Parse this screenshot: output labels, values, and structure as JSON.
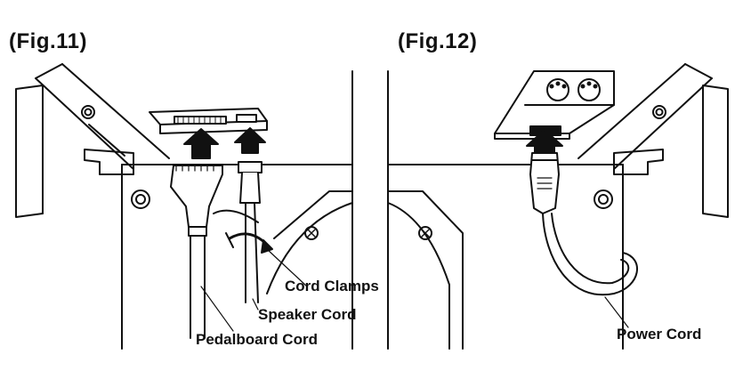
{
  "figures": [
    {
      "id": "fig11",
      "title": "(Fig.11)"
    },
    {
      "id": "fig12",
      "title": "(Fig.12)"
    }
  ],
  "labels": {
    "cord_clamps": "Cord Clamps",
    "speaker_cord": "Speaker Cord",
    "pedalboard_cord": "Pedalboard Cord",
    "power_cord": "Power Cord"
  },
  "colors": {
    "ink": "#111111",
    "paper": "#ffffff",
    "shade": "#d9d9d9"
  }
}
